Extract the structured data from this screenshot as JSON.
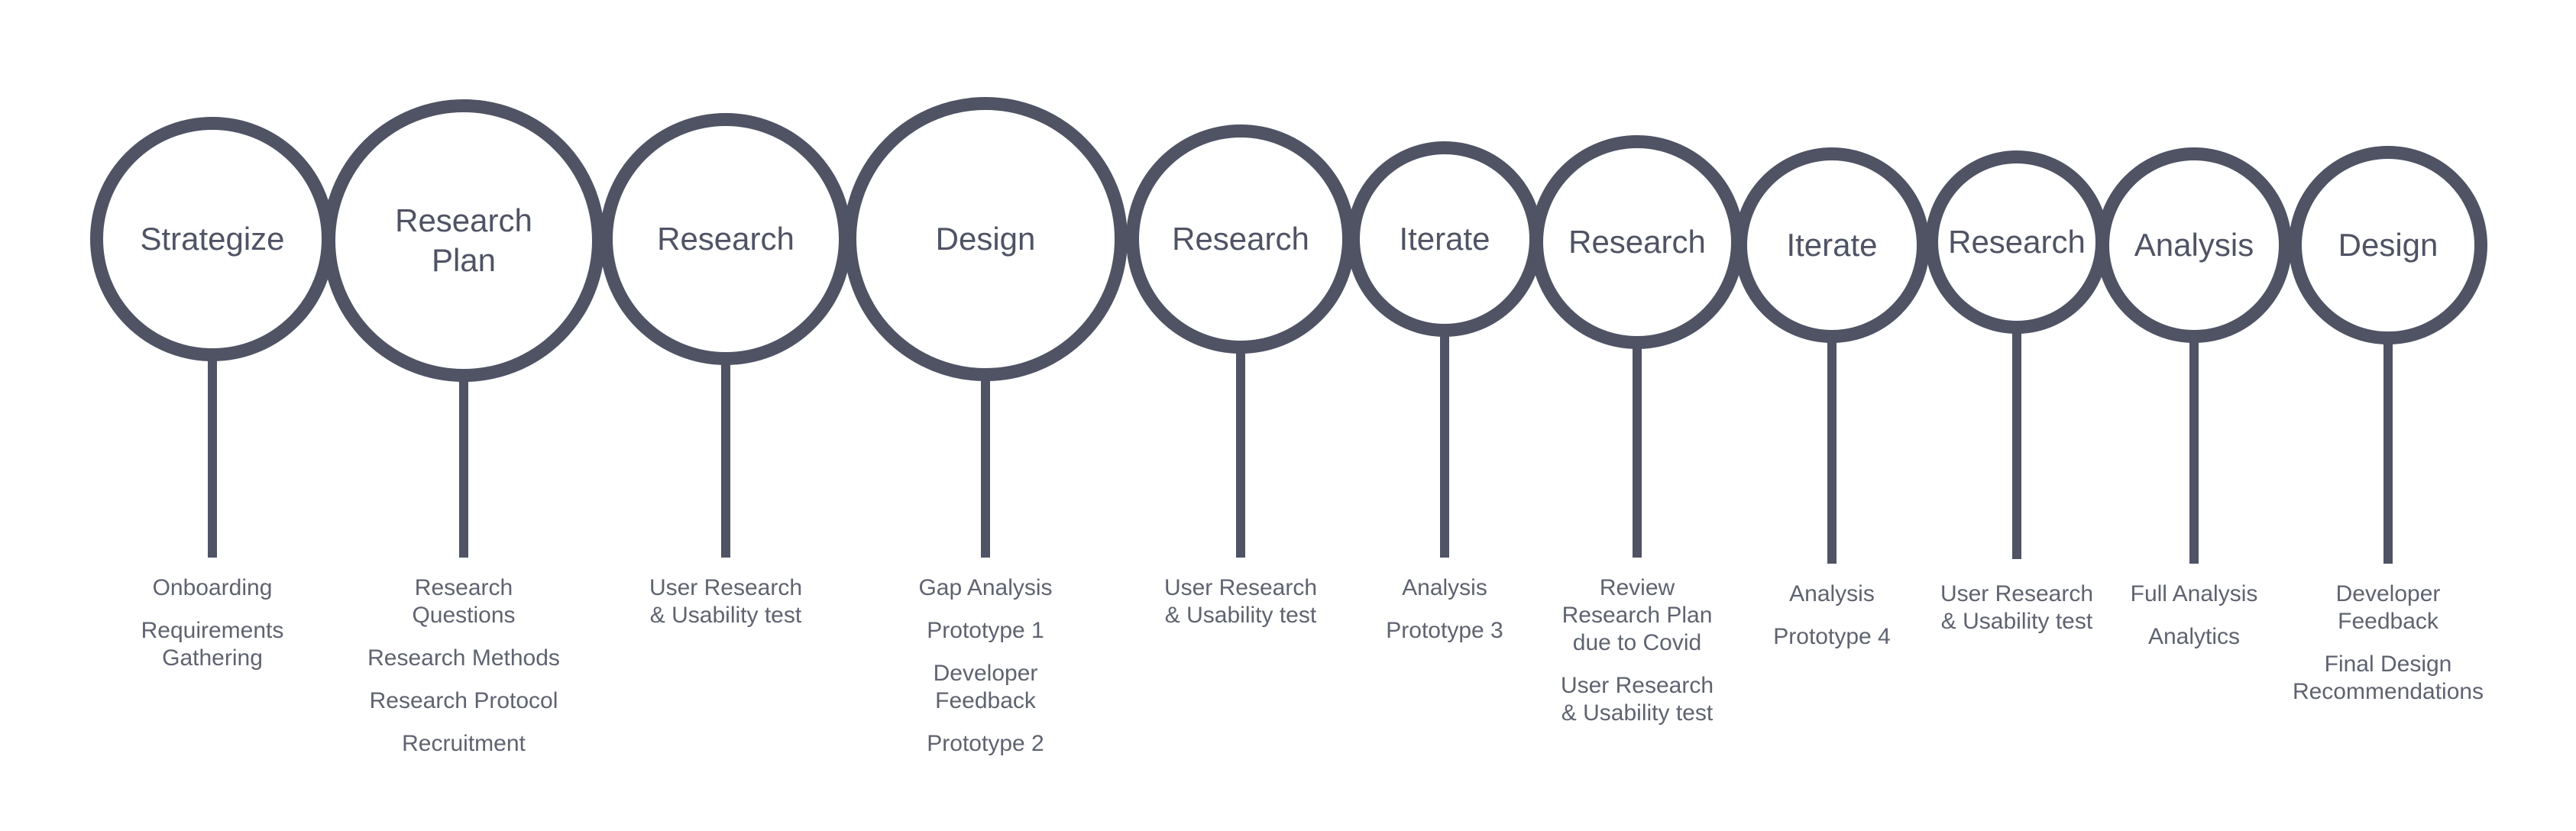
{
  "colors": {
    "ring": "#4f5364",
    "label": "#4f5364",
    "task_text": "#5f6370",
    "background": "#ffffff"
  },
  "stages": [
    {
      "name": "Strategize",
      "tasks": [
        "Onboarding",
        "Requirements\nGathering"
      ]
    },
    {
      "name": "Research\nPlan",
      "tasks": [
        "Research Questions",
        "Research Methods",
        "Research Protocol",
        "Recruitment"
      ]
    },
    {
      "name": "Research",
      "tasks": [
        "User Research\n& Usability test"
      ]
    },
    {
      "name": "Design",
      "tasks": [
        "Gap Analysis",
        "Prototype 1",
        "Developer\nFeedback",
        "Prototype 2"
      ]
    },
    {
      "name": "Research",
      "tasks": [
        "User Research\n& Usability test"
      ]
    },
    {
      "name": "Iterate",
      "tasks": [
        "Analysis",
        "Prototype 3"
      ]
    },
    {
      "name": "Research",
      "tasks": [
        "Review\nResearch Plan\ndue to Covid",
        "User Research\n& Usability test"
      ]
    },
    {
      "name": "Iterate",
      "tasks": [
        "Analysis",
        "Prototype 4"
      ]
    },
    {
      "name": "Research",
      "tasks": [
        "User Research\n& Usability test"
      ]
    },
    {
      "name": "Analysis",
      "tasks": [
        "Full Analysis",
        "Analytics"
      ]
    },
    {
      "name": "Design",
      "tasks": [
        "Developer\nFeedback",
        "Final Design\nRecommendations"
      ]
    }
  ]
}
